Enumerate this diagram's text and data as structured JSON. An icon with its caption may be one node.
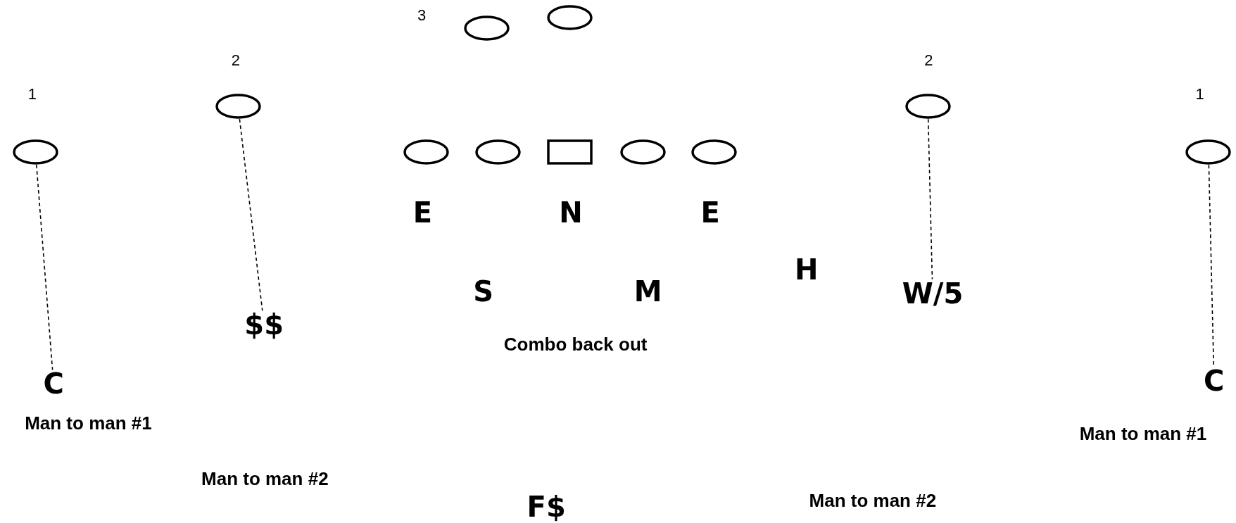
{
  "diagram": {
    "nodes": [
      {
        "text": [],
        "shape": "circle"
      },
      {
        "text": [],
        "shape": "circle"
      },
      {
        "text": [],
        "shape": "circle"
      },
      {
        "text": [],
        "shape": "circle"
      },
      {
        "text": [],
        "shape": "circle"
      },
      {
        "text": [],
        "shape": "circle"
      },
      {
        "text": [],
        "shape": "circle"
      },
      {
        "text": [],
        "shape": "box"
      },
      {
        "text": [],
        "shape": "circle"
      },
      {
        "text": [],
        "shape": "circle"
      },
      {
        "text": [],
        "shape": "circle"
      },
      {
        "text": [
          "$$"
        ]
      },
      {
        "text": [
          "W/5"
        ]
      },
      {
        "text": [
          "C"
        ]
      },
      {
        "text": [
          "C"
        ]
      }
    ],
    "edges": [
      {
        "from": 4,
        "to": 13,
        "arrow": "none",
        "style": "dashed"
      },
      {
        "from": 2,
        "to": 11,
        "arrow": "none",
        "style": "dashed"
      },
      {
        "from": 3,
        "to": 12,
        "arrow": "none",
        "style": "dashed"
      },
      {
        "from": 10,
        "to": 14,
        "arrow": "none",
        "style": "dashed"
      }
    ],
    "labels": [
      "3",
      "2",
      "2",
      "1",
      "1",
      "E",
      "N",
      "E",
      "H",
      "S",
      "M",
      "Combo back out",
      "Man to man #1",
      "Man to man #1",
      "Man to man #2",
      "Man to man #2",
      "F$"
    ]
  }
}
